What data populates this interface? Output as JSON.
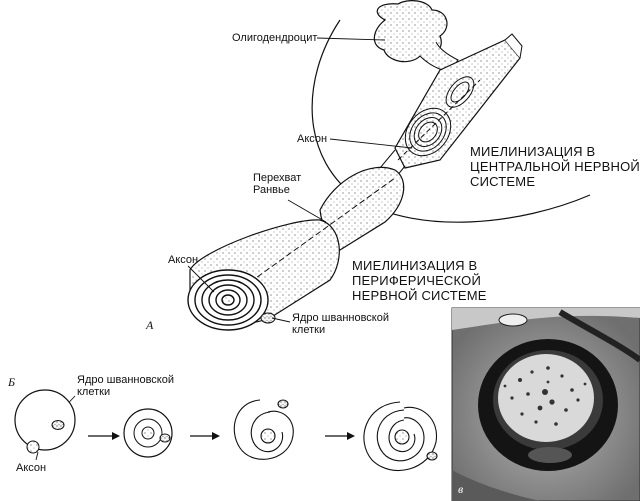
{
  "labels": {
    "oligodendrocyte": "Олигодендроцит",
    "axon_cns": "Аксон",
    "cns_title": "МИЕЛИНИЗАЦИЯ В\nЦЕНТРАЛЬНОЙ НЕРВНОЙ\nСИСТЕМЕ",
    "node_ranvier": "Перехват\nРанвье",
    "axon_pns": "Аксон",
    "pns_title": "МИЕЛИНИЗАЦИЯ В\nПЕРИФЕРИЧЕСКОЙ\nНЕРВНОЙ СИСТЕМЕ",
    "schwann_nucleus_a": "Ядро шванновской\nклетки",
    "panel_a": "А",
    "panel_b": "Б",
    "schwann_nucleus_b": "Ядро шванновской\nклетки",
    "axon_b": "Аксон",
    "panel_v": "в"
  },
  "colors": {
    "ink": "#111111",
    "micrograph_bg": "#8a8a8a",
    "myelin_dark": "#141414",
    "axoplasm": "#d9d9d9"
  }
}
